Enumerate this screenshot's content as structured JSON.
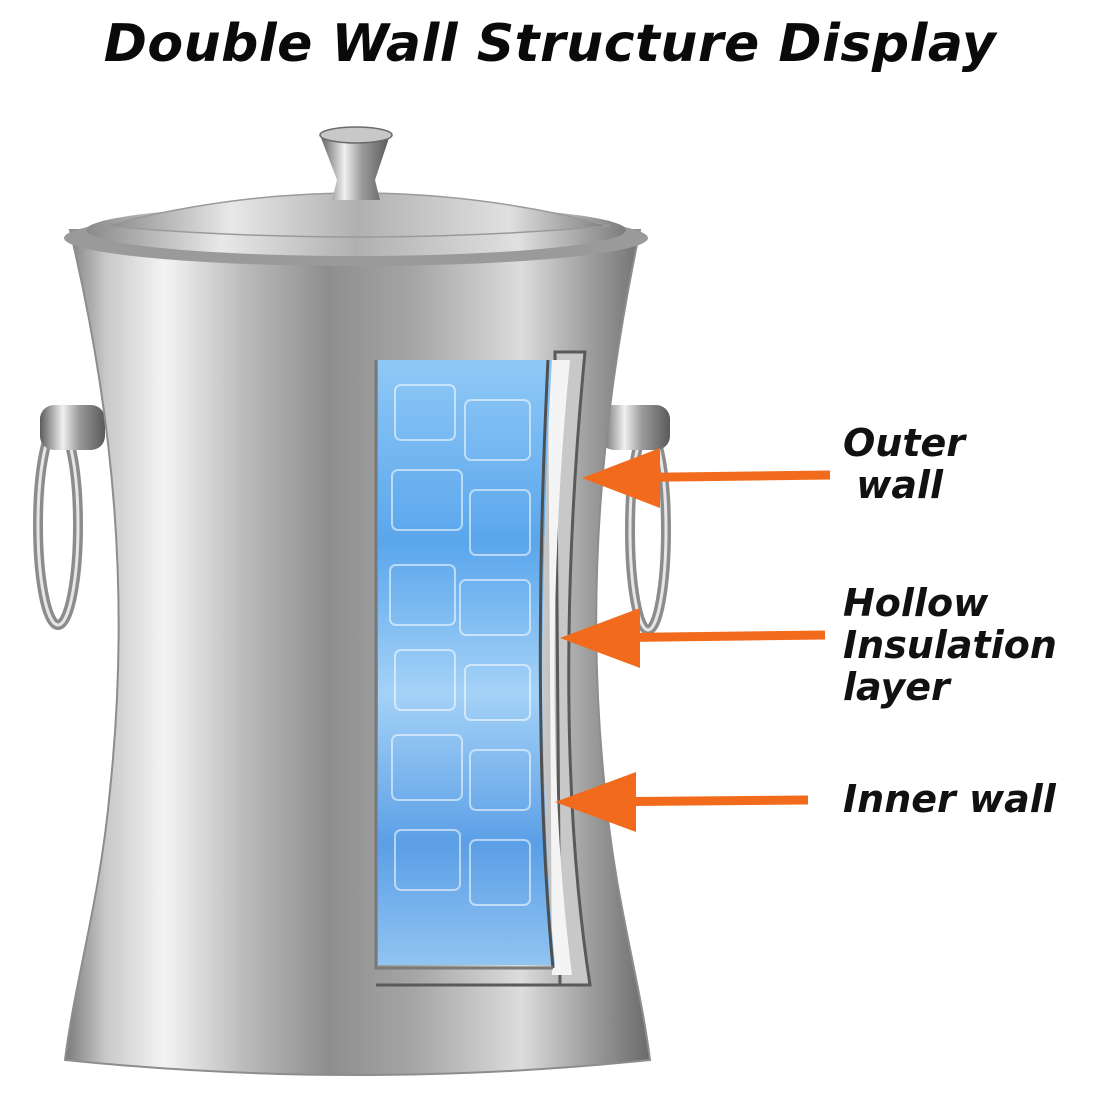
{
  "title": "Double Wall Structure Display",
  "labels": {
    "outer_wall": [
      "Outer",
      " wall"
    ],
    "hollow_layer": [
      "Hollow",
      "Insulation",
      "layer"
    ],
    "inner_wall": [
      "Inner wall"
    ]
  },
  "colors": {
    "arrow": "#f26a1b",
    "steel_dark": "#6f6f6f",
    "steel_light": "#f2f2f2",
    "ice": "#6fb4f0"
  }
}
